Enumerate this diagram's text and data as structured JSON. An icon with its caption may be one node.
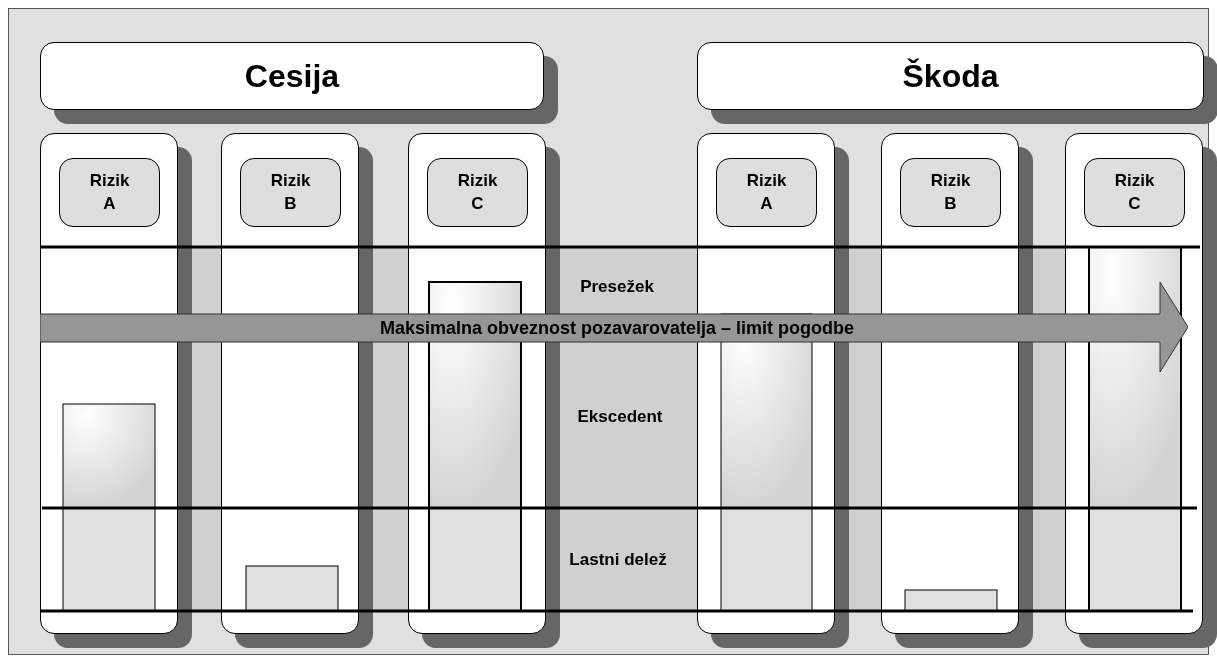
{
  "diagram": {
    "nodes": [
      {
        "text": [
          "Cesija"
        ]
      },
      {
        "text": [
          "Škoda"
        ]
      },
      {
        "text": [],
        "shape": "box"
      },
      {
        "text": [
          "Rizik A"
        ],
        "in": 2
      },
      {
        "text": [],
        "shape": "box"
      },
      {
        "text": [
          "Rizik B"
        ],
        "in": 4
      },
      {
        "text": [],
        "shape": "box"
      },
      {
        "text": [
          "Rizik C"
        ],
        "in": 6
      },
      {
        "text": [],
        "shape": "box"
      },
      {
        "text": [
          "Rizik A"
        ],
        "in": 8
      },
      {
        "text": [],
        "shape": "box"
      },
      {
        "text": [
          "Rizik B"
        ],
        "in": 10
      },
      {
        "text": [],
        "shape": "box"
      },
      {
        "text": [
          "Rizik C"
        ],
        "in": 12
      },
      {
        "text": [
          "Maksimalna obveznost pozavarovatelja – limit pogodbe"
        ]
      }
    ],
    "edges": [],
    "labels": [
      "Presežek",
      "Ekscedent",
      "Lastni delež"
    ]
  }
}
